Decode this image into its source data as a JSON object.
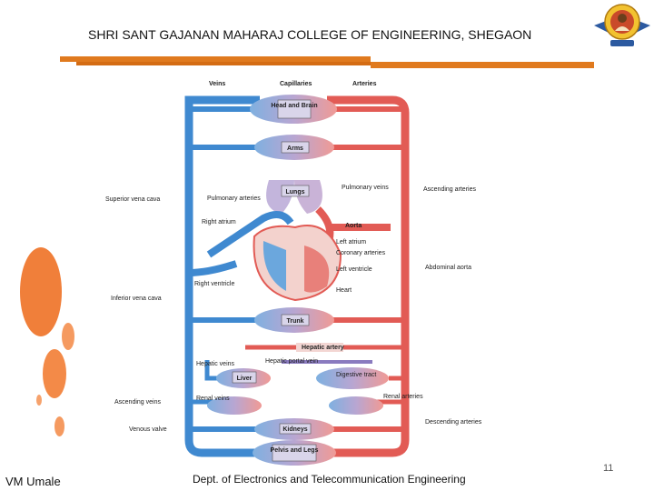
{
  "header": {
    "title": "SHRI SANT GAJANAN MAHARAJ COLLEGE OF ENGINEERING, SHEGAON"
  },
  "colors": {
    "accent": "#e07a1e",
    "artery": "#e25b55",
    "vein": "#3f89d0"
  },
  "diagram": {
    "labels": {
      "veins": "Veins",
      "capillaries": "Capillaries",
      "arteries": "Arteries",
      "head_and_brain": "Head and Brain",
      "arms": "Arms",
      "lungs": "Lungs",
      "pulmonary_veins": "Pulmonary veins",
      "superior_vena_cava": "Superior vena cava",
      "pulmonary_arteries": "Pulmonary arteries",
      "right_atrium": "Right atrium",
      "ascending_arteries": "Ascending arteries",
      "aorta": "Aorta",
      "left_atrium": "Left atrium",
      "coronary_arteries": "Coronary arteries",
      "left_ventricle": "Left ventricle",
      "abdominal_aorta": "Abdominal aorta",
      "right_ventricle": "Right ventricle",
      "heart": "Heart",
      "inferior_vena_cava": "Inferior vena cava",
      "trunk": "Trunk",
      "hepatic_artery": "Hepatic artery",
      "hepatic_veins": "Hepatic veins",
      "hepatic_portal_vein": "Hepatic portal vein",
      "liver": "Liver",
      "digestive_tract": "Digestive tract",
      "ascending_veins": "Ascending veins",
      "renal_veins": "Renal veins",
      "renal_arteries": "Renal arteries",
      "venous_valve": "Venous valve",
      "kidneys": "Kidneys",
      "descending_arteries": "Descending arteries",
      "pelvis_and_legs": "Pelvis and Legs"
    }
  },
  "footer": {
    "author": "VM Umale",
    "department": "Dept. of Electronics and Telecommunication Engineering",
    "page_number": "11"
  }
}
